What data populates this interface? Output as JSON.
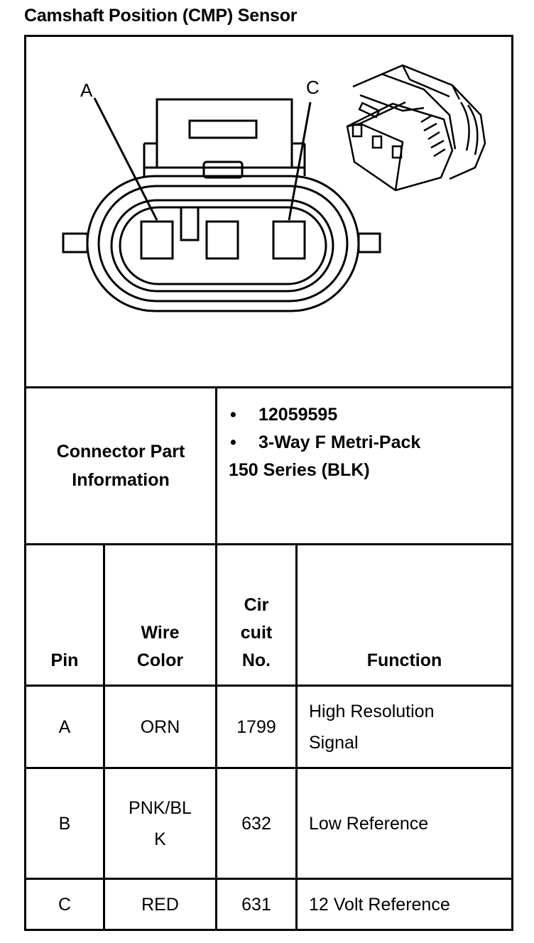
{
  "title": "Camshaft Position (CMP) Sensor",
  "diagram": {
    "pin_label_left": "A",
    "pin_label_right": "C"
  },
  "connector": {
    "label": "Connector Part Information",
    "items": [
      "12059595",
      "3-Way F Metri-Pack"
    ],
    "continuation": "150 Series (BLK)"
  },
  "pin_table": {
    "headers": {
      "pin": "Pin",
      "wire_color": "Wire Color",
      "circuit": "Cir cuit No.",
      "function": "Function"
    },
    "rows": [
      {
        "pin": "A",
        "wire": "ORN",
        "circuit": "1799",
        "function": "High Resolution Signal"
      },
      {
        "pin": "B",
        "wire": "PNK/BLK",
        "circuit": "632",
        "function": "Low Reference"
      },
      {
        "pin": "C",
        "wire": "RED",
        "circuit": "631",
        "function": "12 Volt Reference"
      }
    ]
  }
}
